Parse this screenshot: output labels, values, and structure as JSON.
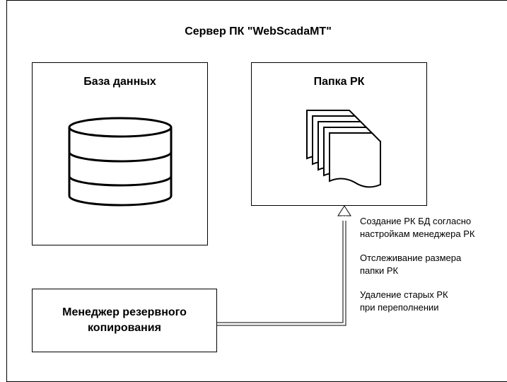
{
  "server": {
    "title": "Сервер ПК \"WebScadaMT\""
  },
  "database": {
    "title": "База данных",
    "icon": "database-icon"
  },
  "backup_folder": {
    "title": "Папка РК",
    "icon": "documents-icon"
  },
  "manager": {
    "line1": "Менеджер резервного",
    "line2": "копирования"
  },
  "annotations": [
    {
      "line1": "Создание РК БД согласно",
      "line2": "настройкам менеджера РК"
    },
    {
      "line1": "Отслеживание размера",
      "line2": "папки РК"
    },
    {
      "line1": "Удаление старых РК",
      "line2": "при переполнении"
    }
  ]
}
